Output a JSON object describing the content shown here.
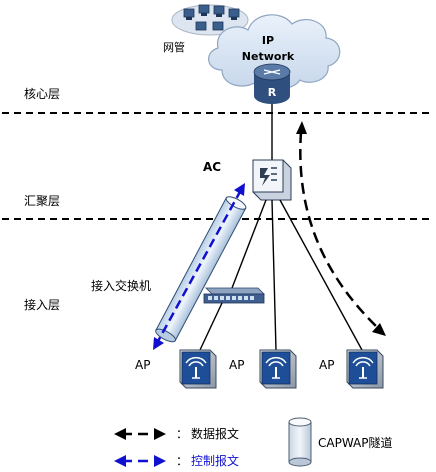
{
  "layers": {
    "core": "核心层",
    "aggregation": "汇聚层",
    "access": "接入层"
  },
  "nodes": {
    "nms": "网管",
    "network_line1": "IP",
    "network_line2": "Network",
    "router_mark": "R",
    "ac": "AC",
    "access_switch": "接入交换机",
    "ap_1": "AP",
    "ap_2": "AP",
    "ap_3": "AP"
  },
  "legend": {
    "data_packet_separator": "：",
    "data_packet": "数据报文",
    "control_packet_separator": "：",
    "control_packet": "控制报文",
    "tunnel": "CAPWAP隧道"
  },
  "colors": {
    "control": "#1010d0",
    "data": "#000000",
    "ap_blue": "#1e4e98",
    "ac_label": "#1010d0"
  },
  "icons": {
    "ap": "wireless-access-point-icon",
    "ac": "access-controller-icon",
    "router": "router-icon",
    "switch": "switch-icon",
    "nms": "computer-group-icon",
    "network": "cloud-icon"
  }
}
